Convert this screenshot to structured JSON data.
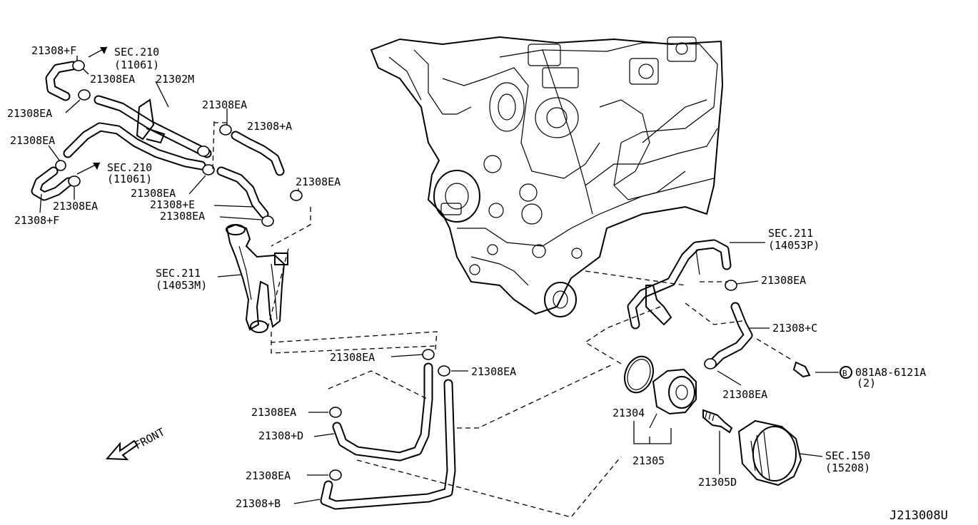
{
  "diagram": {
    "code": "J213008U",
    "front_label": "FRONT",
    "labels": {
      "l_21308f_top": "21308+F",
      "l_sec210_top": "SEC.210",
      "l_11061_top": "(11061)",
      "l_21308ea_1": "21308EA",
      "l_21302m": "21302M",
      "l_21308ea_2": "21308EA",
      "l_21308ea_3": "21308EA",
      "l_21308a": "21308+A",
      "l_21308ea_4": "21308EA",
      "l_sec210_mid": "SEC.210",
      "l_11061_mid": "(11061)",
      "l_21308ea_5": "21308EA",
      "l_21308ea_6": "21308EA",
      "l_21308ea_7": "21308EA",
      "l_21308f_bot": "21308+F",
      "l_21308e": "21308+E",
      "l_21308ea_8": "21308EA",
      "l_sec211_left": "SEC.211",
      "l_14053m": "(14053M)",
      "l_sec211_right": "SEC.211",
      "l_14053p": "(14053P)",
      "l_21308ea_9": "21308EA",
      "l_21308c": "21308+C",
      "l_bolt_b": "B",
      "l_081a8": "081A8-6121A",
      "l_qty2": "(2)",
      "l_21308ea_10": "21308EA",
      "l_21308ea_11": "21308EA",
      "l_21308ea_12": "21308EA",
      "l_21308ea_13": "21308EA",
      "l_21308d": "21308+D",
      "l_21308ea_14": "21308EA",
      "l_21308b": "21308+B",
      "l_21304": "21304",
      "l_21305": "21305",
      "l_21305d": "21305D",
      "l_sec150": "SEC.150",
      "l_15208": "(15208)"
    }
  }
}
